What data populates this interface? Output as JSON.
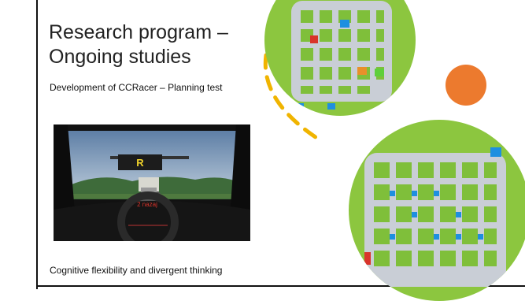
{
  "slide": {
    "title": "Research program – Ongoing studies",
    "subtitle": "Development of CCRacer – Planning test",
    "caption": "Cognitive flexibility and divergent thinking"
  },
  "game_hud": {
    "sign_letter": "R",
    "dashboard_text": "2 nazaj"
  },
  "colors": {
    "accent_orange": "#ec7a2e",
    "grass": "#8cc63f",
    "road": "#c9ced6"
  },
  "icons": {
    "dashed_arc": "dashed-arc-icon",
    "orange_dot": "orange-dot-icon"
  }
}
